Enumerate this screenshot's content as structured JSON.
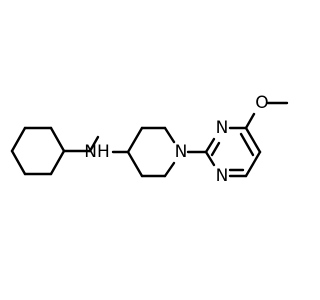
{
  "molecule": {
    "atoms": {
      "nh": "NH",
      "n_piperidine": "N",
      "n_pyrimidine_upper": "N",
      "n_pyrimidine_lower": "N",
      "o_methoxy": "O"
    }
  }
}
